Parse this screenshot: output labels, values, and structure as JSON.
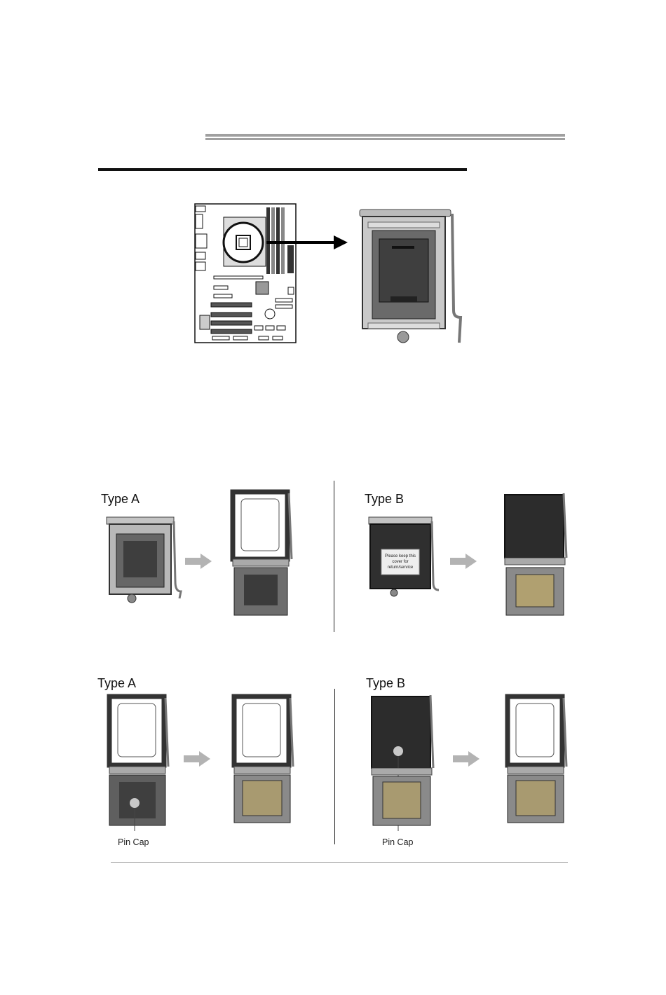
{
  "header": {
    "rule_color": "#9a9a9a"
  },
  "figure1": {
    "board_image": "motherboard-layout-diagram",
    "socket_image": "cpu-socket-closed-photo",
    "arrow_icon": "right-arrow-icon"
  },
  "step1": {
    "left": {
      "label": "Type A",
      "before": "socket-closed-photo",
      "after": "socket-open-photo"
    },
    "right": {
      "label": "Type B",
      "before": "socket-with-cover-photo",
      "after": "socket-open-photo",
      "cover_text": "Please keep this cover for return/service"
    }
  },
  "step2": {
    "left": {
      "label": "Type A",
      "pin_cap": "Pin Cap"
    },
    "right": {
      "label": "Type B",
      "pin_cap": "Pin Cap"
    }
  },
  "colors": {
    "arrow_gray": "#b3b3b3",
    "socket_dark": "#3a3a3a",
    "frame_metal": "#9c9c9c"
  }
}
